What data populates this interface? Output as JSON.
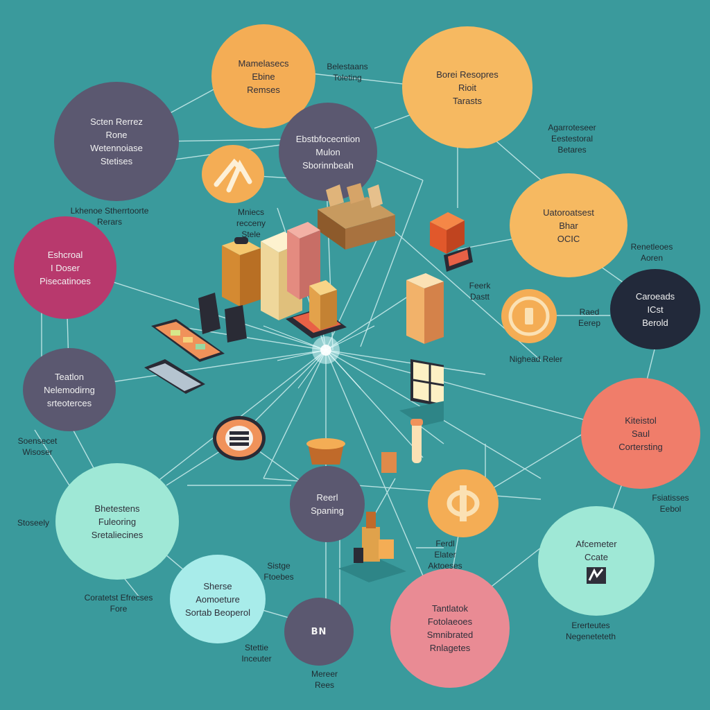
{
  "palette": {
    "background": "#3a9a9c",
    "slate": "#5b5870",
    "orange": "#f4ad55",
    "gold": "#f6b961",
    "magenta": "#b8396d",
    "navy": "#22293a",
    "coral": "#f07d6a",
    "mint": "#9fe8d6",
    "aqua": "#a8ecea",
    "pink": "#e98b94",
    "line": "#cfeeee"
  },
  "nodes": {
    "n1": [
      "Mamelasecs",
      "Ebine",
      "Remses"
    ],
    "n2": [
      "Scten Rerrez",
      "Rone",
      "Wetennoiase",
      "Stetises"
    ],
    "n3": [
      "Ebstbfocecntion",
      "Mulon",
      "",
      "Sborinnbeah"
    ],
    "n4": [
      "Borei Resopres",
      "",
      "Rioit",
      "Tarasts"
    ],
    "n5": [
      "Eshcroal",
      "I Doser",
      "Pisecatinoes"
    ],
    "n6": [
      "Uatoroatsest",
      "Bhar",
      "OCIC"
    ],
    "n7": [
      "Caroeads",
      "ICst",
      "Berold"
    ],
    "n8": [
      "Teatlon",
      "Nelemodirng",
      "srteoterces"
    ],
    "n9": [
      "Kiteistol",
      "Saul",
      "Cortersting"
    ],
    "n10": [
      "Bhetestens",
      "Fuleoring",
      "Sretaliecines"
    ],
    "n11": [
      "Reerl",
      "Spaning"
    ],
    "n12": [
      "Afcemeter",
      "Ccate"
    ],
    "n13": [
      "Sherse",
      "Aomoeture",
      "Sortab Beoperol"
    ],
    "n14": [
      "Tantlatok",
      "",
      "Fotolaeoes",
      "Smnibrated",
      "Rnlagetes"
    ],
    "n15": "BN"
  },
  "labels": {
    "t1": [
      "Belestaans",
      "Toleting"
    ],
    "t2": [
      "Agarroteseer",
      "Eestestoral",
      "Betares"
    ],
    "t3": [
      "Lkhenoe Stherrtoorte",
      "Rerars"
    ],
    "t4": [
      "Mniecs",
      "recceny",
      "Stele"
    ],
    "t5": [
      "Renetleoes",
      "Aoren"
    ],
    "t6": [
      "Feerk",
      "Dastt"
    ],
    "t7": [
      "Raed",
      "Eerep"
    ],
    "t8": [
      "Nighead Reler"
    ],
    "t9": [
      "Soensecet",
      "Wisoser"
    ],
    "t10": [
      "Fsiatisses",
      "Eebol"
    ],
    "t11": [
      "Stoseely"
    ],
    "t12": [
      "Ferdl",
      "Elater",
      "Aktoeses"
    ],
    "t13": [
      "Sistge",
      "Ftoebes"
    ],
    "t14": [
      "Coratetst Efrecses",
      "Fore"
    ],
    "t15": [
      "Ererteutes",
      "Negeneteteth"
    ],
    "t16": [
      "Stettie",
      "Inceuter"
    ],
    "t17": [
      "Mereer",
      "Rees"
    ]
  },
  "icons": {
    "i1": "tongs-icon",
    "i2": "coin-icon",
    "i3": "stacked-coins-icon",
    "i4": "currency-coin-icon",
    "i5": "bar-cube-icon",
    "i6": "chart-glyph-icon"
  }
}
